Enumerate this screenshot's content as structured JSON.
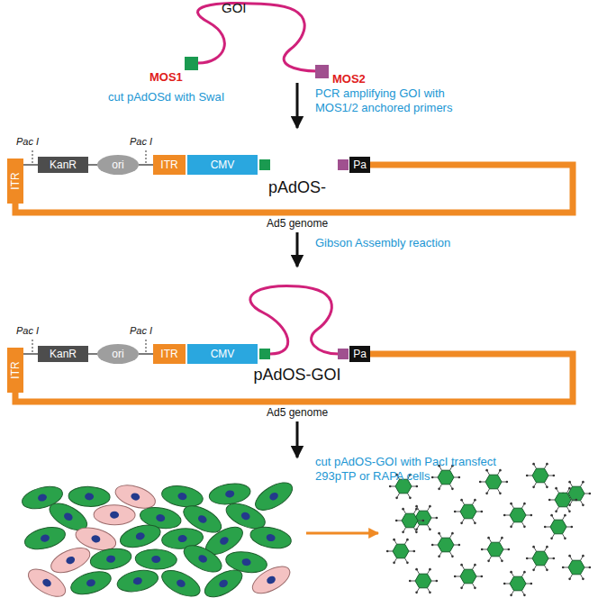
{
  "diagram": {
    "nodes": [
      {
        "text": [
          "ITR"
        ]
      },
      {
        "text": [
          "KanR"
        ]
      },
      {
        "text": [
          "ori"
        ]
      },
      {
        "text": [
          "ITR"
        ]
      },
      {
        "text": [
          "CMV"
        ]
      },
      {
        "text": [
          "Pa"
        ]
      },
      {
        "text": [
          "ITR"
        ]
      },
      {
        "text": [
          "KanR"
        ]
      },
      {
        "text": [
          "ori"
        ]
      },
      {
        "text": [
          "ITR"
        ]
      },
      {
        "text": [
          "CMV"
        ]
      },
      {
        "text": [
          "Pa"
        ]
      }
    ],
    "edges": [
      {
        "from": 0,
        "to": 1,
        "arrow": "none"
      },
      {
        "from": 1,
        "to": 2,
        "arrow": "none"
      },
      {
        "from": 2,
        "to": 3,
        "arrow": "none"
      },
      {
        "from": 5,
        "to": 0,
        "arrow": "none",
        "label": "Ad5 genome"
      },
      {
        "from": 6,
        "to": 7,
        "arrow": "none"
      },
      {
        "from": 7,
        "to": 8,
        "arrow": "none"
      },
      {
        "from": 8,
        "to": 9,
        "arrow": "none"
      },
      {
        "from": 11,
        "to": 6,
        "arrow": "none",
        "label": "Ad5 genome"
      }
    ],
    "labels": [
      "GOI",
      "MOS1",
      "MOS2",
      "cut pAdOSd with SwaI",
      "PCR amplifying GOI with MOS1/2 anchored primers",
      "Pac I",
      "Pac I",
      "pAdOS-",
      "Gibson Assembly reaction",
      "Pac I",
      "Pac I",
      "pAdOS-GOI",
      "cut pAdOS-GOI with PacI transfect 293pTP or RAPA cells"
    ]
  }
}
